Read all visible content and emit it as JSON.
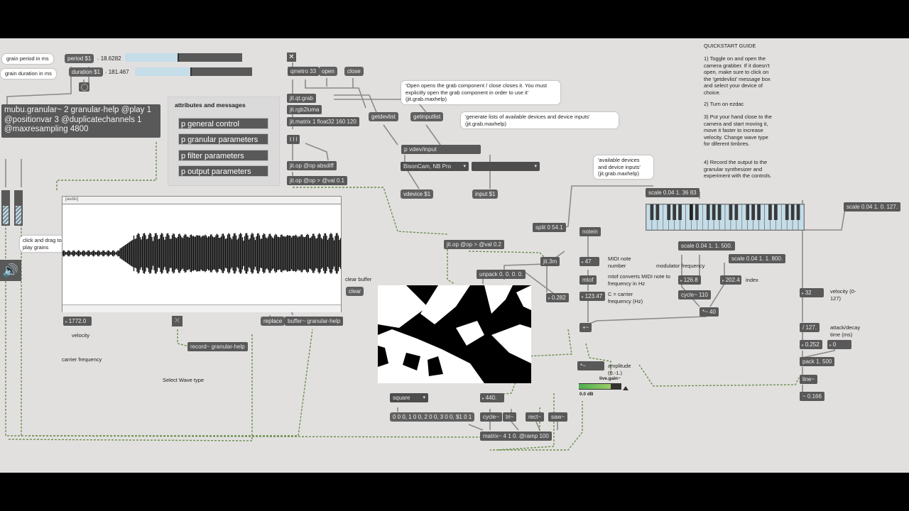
{
  "guide": {
    "title": "QUICKSTART GUIDE",
    "step1": "1) Toggle on and open the camera grabber. If it doesn't open, make sure to click on the 'getdevlist' message box and select your device of choice.",
    "step2": "2) Turn on ezdac",
    "step3": "3) Put your hand close to the camera and start moving it, move it faster to increase velocity. Change wave type for diferent timbres.",
    "step4": "4) Record the output to the granular synthesizer and experiment with the controls."
  },
  "granular": {
    "period_label": "grain period in ms",
    "period_msg": "period $1",
    "period_value": "18.6282",
    "period_fraction": 0.45,
    "duration_label": "grain duration in ms",
    "duration_msg": "duration $1",
    "duration_value": "181.467",
    "duration_fraction": 0.47,
    "object_text": "mubu.granular~ 2 granular-help @play 1 @positionvar 3 @duplicatechannels 1 @maxresampling 4800",
    "click_drag": "click and drag to play grains"
  },
  "attributes": {
    "title": "attributes and messages",
    "items": [
      "p general control",
      "p granular parameters",
      "p filter parameters",
      "p output parameters"
    ]
  },
  "buffer": {
    "clear_label": "clear buffer",
    "clear_msg": "clear",
    "replace_msg": "replace",
    "buffer_obj": "buffer~ granular-help",
    "record_obj": "record~ granular-help",
    "waveform_tab": "[audio]"
  },
  "left_bottom": {
    "velocity_num": "1772.0",
    "velocity_label": "velocity",
    "carrier_label": "carrier frequency",
    "wave_label": "Select Wave type"
  },
  "grab": {
    "qmetro": "qmetro 33",
    "open": "open",
    "close": "close",
    "qt_grab": "jit.qt.grab",
    "rgb2luma": "jit.rgb2luma",
    "matrix": "jit.matrix 1 float32 160 120",
    "trigger": "t l l",
    "absdiff": "jit.op @op absdiff",
    "threshold": "jit.op @op > @val 0.1",
    "open_comment": "'Open opens the grab component / close closes it. You must explicitly open the grab component in order to use it' (jit.grab.maxhelp)",
    "getdevlist": "getdevlist",
    "getinputlist": "getinputlist",
    "lists_comment": "'generate lists of available devices and device inputs' (jit.grab.maxhelp)",
    "vdev_input": "p vdev/input",
    "device_menu": "BisonCam, NB Pro",
    "input_menu": "",
    "vdevice": "vdevice $1",
    "input": "input $1",
    "available_comment": "'available devices and device inputs' (jit.grab.maxhelp)",
    "threshold2": "jit.op @op > @val 0.2",
    "jit3m": "jit.3m",
    "unpack": "unpack 0. 0. 0. 0.",
    "mean_value": "0.282"
  },
  "synth": {
    "split": "split 0 54.1",
    "notein": "notein",
    "scale_keys": "scale 0.04 1. 36 83",
    "scale_vel": "scale 0.04 1. 0. 127.",
    "midi_num": "47",
    "midi_label": "MIDI note number",
    "mtof": "mtof",
    "mtof_label": "mtof converts MIDI note to frequency in Hz",
    "freq_num": "123.47",
    "carrier_label": "C = carrier frequency (Hz)",
    "mod_label": "modulator frequency",
    "scale_mod": "scale 0.04 1. 1. 500.",
    "scale_index": "scale 0.04 1. 1. 800.",
    "mod_num": "126.8",
    "index_num": "202.4",
    "index_label": "index",
    "cycle_mod": "cycle~ 110",
    "times_mod": "*~ 40",
    "plus": "+~",
    "velocity_num": "32",
    "velocity_label": "velocity (0-127)",
    "div127": "/ 127.",
    "attack_label": "attack/decay time (ms)",
    "env_num": "0.252",
    "env_num2": "0",
    "pack": "pack 1. 500",
    "line": "line~",
    "env_out": "~ 0.166",
    "mult": "*~",
    "amplitude_label": "amplitude (0.-1.)",
    "livegain": "live.gain~",
    "gain_db": "0.0 dB",
    "gain_level": 0.75
  },
  "waves": {
    "menu": "square",
    "freq": "440.",
    "selector_msg": "0 0 0, 1 0 0, 2 0 0, 3 0 0, $1 0 1",
    "cycle": "cycle~",
    "tri": "tri~",
    "rect": "rect~",
    "saw": "saw~",
    "matrix": "matrix~ 4 1 0. @ramp 100"
  }
}
